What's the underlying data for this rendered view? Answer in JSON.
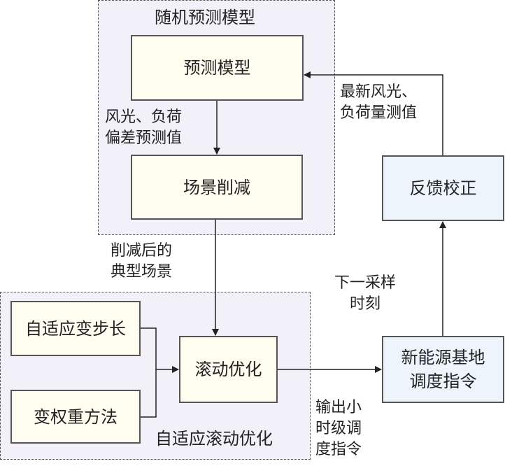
{
  "groups": {
    "prediction": {
      "title": "随机预测模型"
    },
    "optimization": {
      "title": "自适应滚动优化"
    }
  },
  "boxes": {
    "prediction_model": "预测模型",
    "scenario_reduction": "场景削减",
    "adaptive_step": "自适应变步长",
    "variable_weight": "变权重方法",
    "rolling_opt": "滚动优化",
    "dispatch_cmd": [
      "新能源基地",
      "调度指令"
    ],
    "feedback": "反馈校正"
  },
  "edge_labels": {
    "deviation": [
      "风光、负荷",
      "偏差预测值"
    ],
    "typical": [
      "削减后的",
      "典型场景"
    ],
    "latest": [
      "最新风光、",
      "负荷量测值"
    ],
    "next_sample": [
      "下一采样",
      "时刻"
    ],
    "output": [
      "输出小",
      "时级调",
      "度指令"
    ]
  },
  "colors": {
    "group_fill": "#f2f0f8",
    "yellow_box": "#fffdf0",
    "blue_box": "#edf4fc",
    "line": "#222222"
  }
}
